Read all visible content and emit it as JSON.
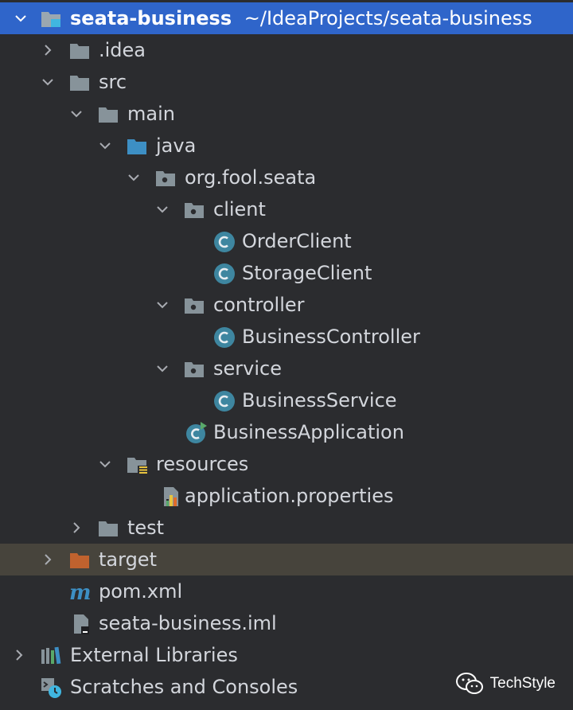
{
  "project": {
    "name": "seata-business",
    "path": "~/IdeaProjects/seata-business"
  },
  "tree": {
    "idea": ".idea",
    "src": "src",
    "main": "main",
    "java": "java",
    "package": "org.fool.seata",
    "client": "client",
    "order_client": "OrderClient",
    "storage_client": "StorageClient",
    "controller": "controller",
    "business_controller": "BusinessController",
    "service": "service",
    "business_service": "BusinessService",
    "business_application": "BusinessApplication",
    "resources": "resources",
    "application_properties": "application.properties",
    "test": "test",
    "target": "target",
    "pom": "pom.xml",
    "iml": "seata-business.iml"
  },
  "external_libraries": "External Libraries",
  "scratches": "Scratches and Consoles",
  "watermark": "TechStyle",
  "colors": {
    "selected_row": "#2f65ca",
    "highlight_row": "#47443c",
    "folder": "#87939a",
    "source_folder": "#3d8fc4",
    "excluded_folder": "#c0622e",
    "class_icon": "#3e86a0"
  }
}
